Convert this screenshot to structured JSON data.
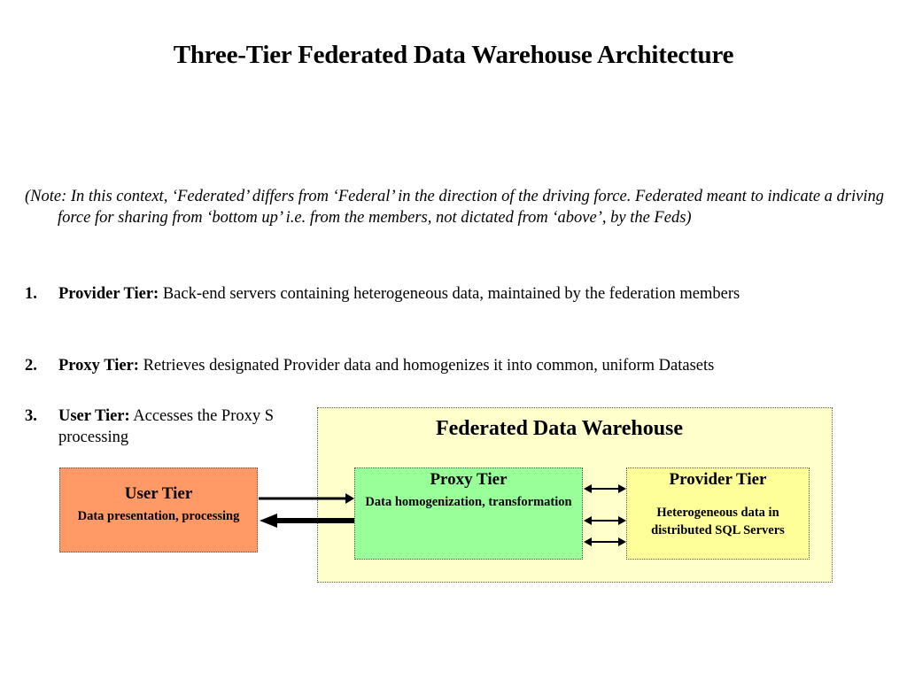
{
  "title": "Three-Tier Federated Data Warehouse Architecture",
  "note": "(Note: In this context, ‘Federated’ differs from ‘Federal’ in the direction of the driving force. Federated meant to indicate a driving force for sharing from ‘bottom up’ i.e. from the members, not dictated from ‘above’, by the Feds)",
  "items": [
    {
      "num": "1.",
      "label": "Provider Tier:",
      "text": " Back-end servers containing heterogeneous data, maintained by the federation members"
    },
    {
      "num": "2.",
      "label": "Proxy Tier:",
      "text": " Retrieves designated Provider data and homogenizes it into common, uniform Datasets"
    },
    {
      "num": "3.",
      "label": "User Tier:",
      "text": " Accesses the Proxy S",
      "text2": "processing"
    }
  ],
  "diagram": {
    "container_title": "Federated Data Warehouse",
    "user": {
      "title": "User Tier",
      "desc": "Data presentation, processing"
    },
    "proxy": {
      "title": "Proxy Tier",
      "desc": "Data homogenization, transformation"
    },
    "provider": {
      "title": "Provider Tier",
      "desc": "Heterogeneous data in distributed SQL Servers"
    }
  },
  "colors": {
    "container": "#ffffcc",
    "user": "#ff9966",
    "proxy": "#99ff99",
    "provider": "#ffff99"
  }
}
